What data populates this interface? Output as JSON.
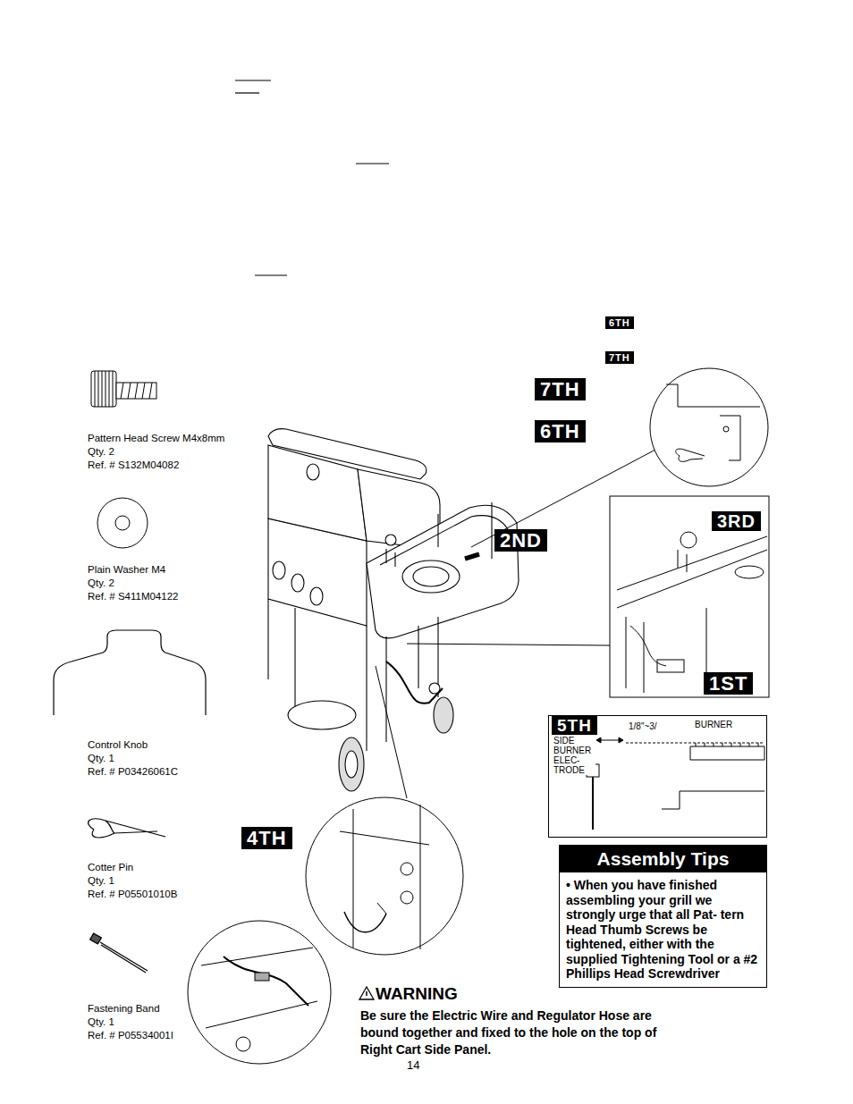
{
  "diagram": {
    "nodes": [
      {
        "text": [
          "6TH"
        ]
      },
      {
        "text": [
          "7TH"
        ]
      },
      {
        "text": [
          "7TH"
        ]
      },
      {
        "text": [
          "6TH"
        ]
      },
      {
        "text": [
          "3RD"
        ]
      },
      {
        "text": [
          "2ND"
        ]
      },
      {
        "text": [
          "1ST"
        ]
      },
      {
        "text": [
          "SIDE BURNER ELEC- TRODE",
          "1/8\"~3/",
          "BURNER"
        ]
      },
      {
        "text": [
          "5TH"
        ],
        "in": 7
      },
      {
        "text": [
          "4TH"
        ]
      },
      {
        "text": [
          "Assembly Tips",
          "• When you have finished assembling your grill we strongly urge that all Pat- tern Head Thumb Screws be tightened, either with the supplied Tightening Tool or a #2 Phillips Head Screwdriver"
        ]
      }
    ],
    "labels": [
      "Pattern Head Screw M4x8mm",
      "Qty. 2",
      "Ref. # S132M04082",
      "Plain Washer M4",
      "Qty. 2",
      "Ref. # S411M04122",
      "Control Knob",
      "Qty. 1",
      "Ref. # P03426061C",
      "Cotter Pin",
      "Qty. 1",
      "Ref. # P05501010B",
      "Fastening Band",
      "Qty. 1",
      "Ref. # P05534001I",
      "WARNING",
      "Be sure the Electric Wire and Regulator Hose are bound together and fixed to the hole on the top of Right Cart Side Panel.",
      "14"
    ]
  }
}
